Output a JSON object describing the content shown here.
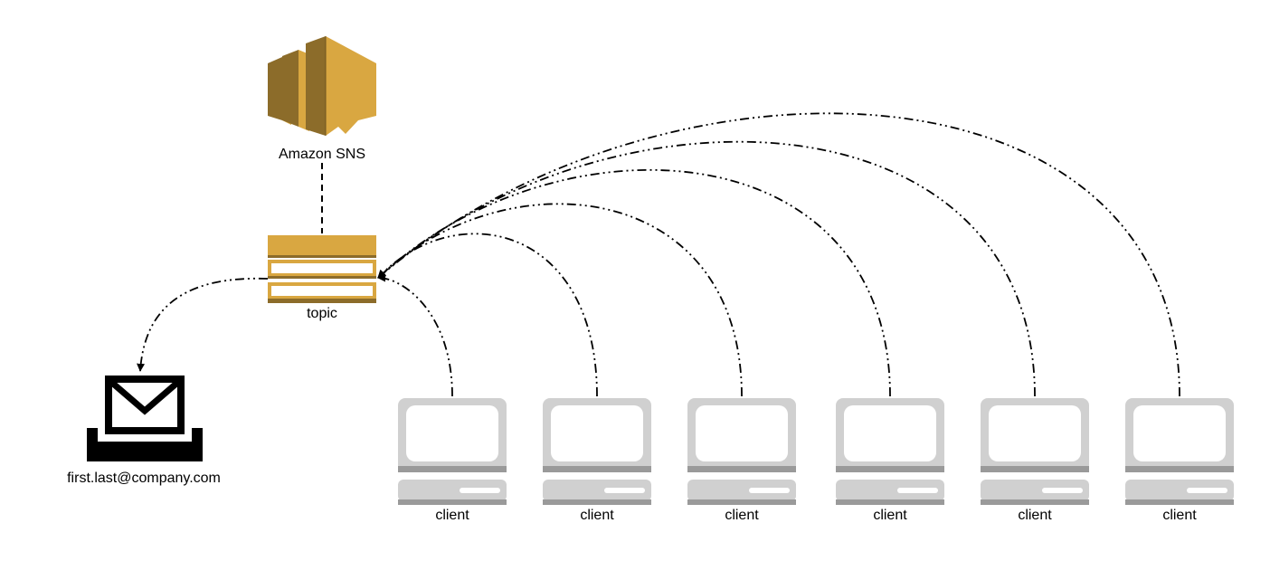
{
  "service": {
    "label": "Amazon SNS",
    "icon": "amazon-sns-icon",
    "color": "#D9A741"
  },
  "topic": {
    "label": "topic",
    "icon": "sns-topic-icon",
    "color": "#D9A741"
  },
  "email": {
    "label": "first.last@company.com",
    "icon": "email-inbox-icon"
  },
  "clients": [
    {
      "label": "client",
      "icon": "client-computer-icon"
    },
    {
      "label": "client",
      "icon": "client-computer-icon"
    },
    {
      "label": "client",
      "icon": "client-computer-icon"
    },
    {
      "label": "client",
      "icon": "client-computer-icon"
    },
    {
      "label": "client",
      "icon": "client-computer-icon"
    },
    {
      "label": "client",
      "icon": "client-computer-icon"
    }
  ],
  "colors": {
    "computer": "#D0D0D0",
    "computer_dark": "#9A9A9A",
    "line": "#000000"
  }
}
